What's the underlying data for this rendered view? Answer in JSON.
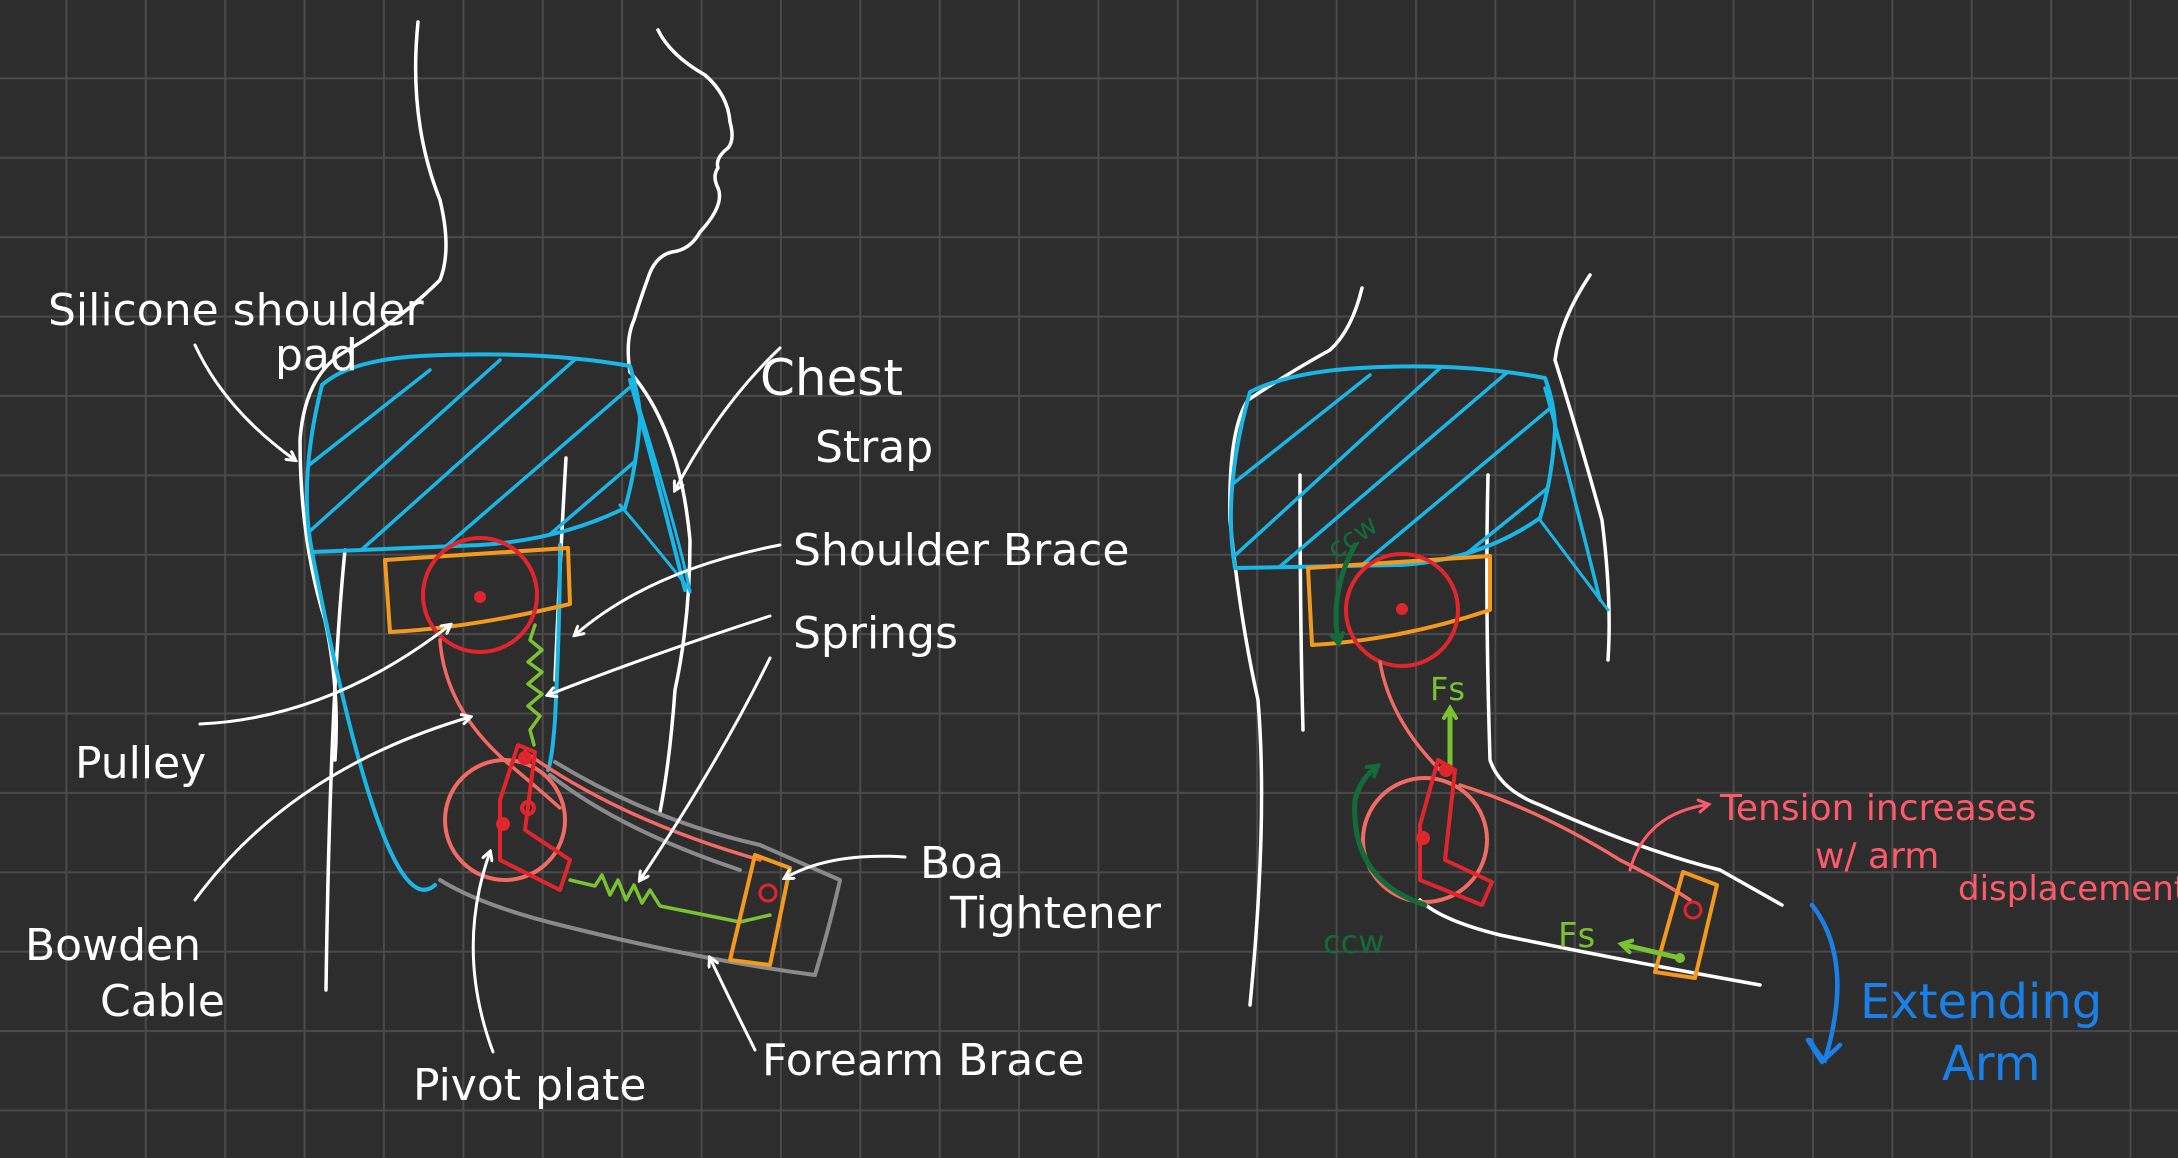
{
  "colors": {
    "background": "#2d2d2d",
    "grid": "#4a4a4a",
    "outline": "#ffffff",
    "shoulder_pad": "#19b6e6",
    "brace": "#f39a1e",
    "pulley": "#e0262c",
    "cable": "#f26a64",
    "spring": "#7ac232",
    "forearm": "#8a8a8a",
    "ccw_arrow": "#136b3a",
    "tension_text": "#ff5a6a",
    "extending_text": "#1a7fe6"
  },
  "left_diagram": {
    "labels": {
      "silicone_line1": "Silicone shoulder",
      "silicone_line2": "pad",
      "chest_line1": "Chest",
      "chest_line2": "Strap",
      "shoulder_brace": "Shoulder Brace",
      "springs": "Springs",
      "pulley": "Pulley",
      "bowden_line1": "Bowden",
      "bowden_line2": "Cable",
      "boa_line1": "Boa",
      "boa_line2": "Tightener",
      "pivot_plate": "Pivot plate",
      "forearm_brace": "Forearm Brace"
    }
  },
  "right_diagram": {
    "labels": {
      "ccw_top": "ccw",
      "fs_top": "Fs",
      "ccw_bottom": "ccw",
      "fs_bottom": "Fs",
      "tension_line1": "Tension increases",
      "tension_line2": "w/ arm",
      "tension_line3": "displacement",
      "extending_line1": "Extending",
      "extending_line2": "Arm"
    }
  }
}
